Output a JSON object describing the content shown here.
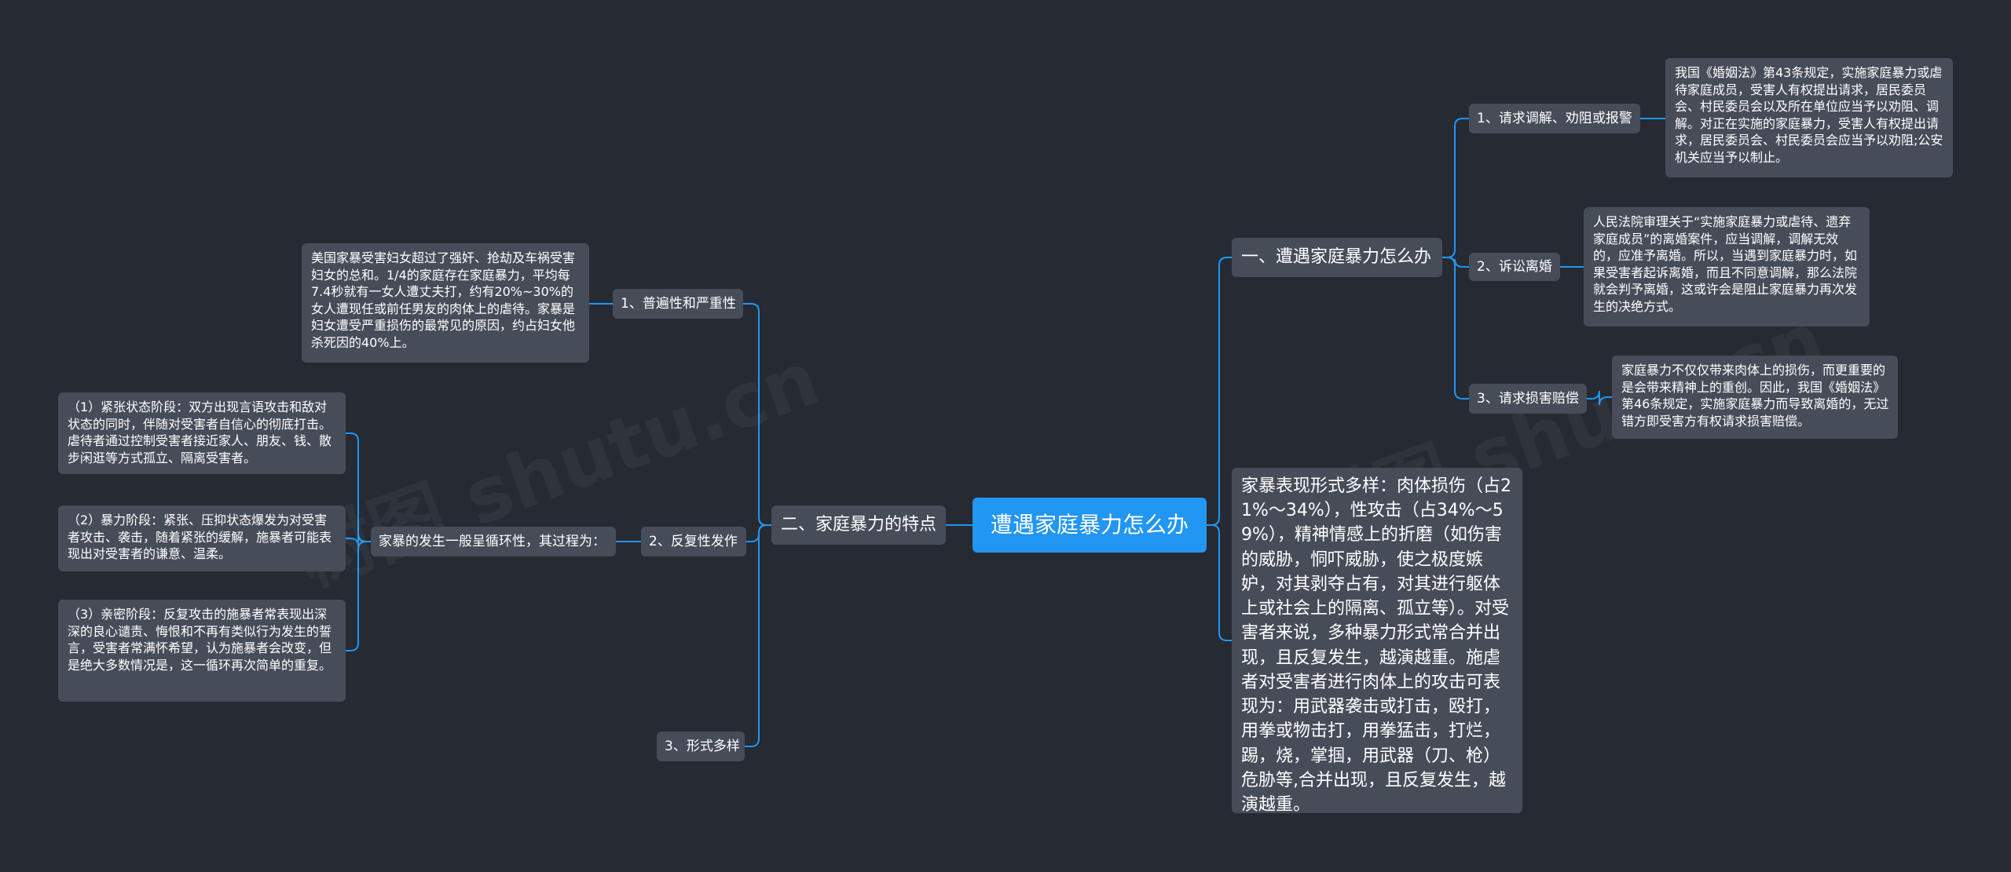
{
  "root": {
    "title": "遭遇家庭暴力怎么办"
  },
  "right": {
    "main1": {
      "title": "一、遭遇家庭暴力怎么办",
      "items": [
        {
          "label": "1、请求调解、劝阻或报警",
          "text": "我国《婚姻法》第43条规定，实施家庭暴力或虐待家庭成员，受害人有权提出请求，居民委员会、村民委员会以及所在单位应当予以劝阻、调解。对正在实施的家庭暴力，受害人有权提出请求，居民委员会、村民委员会应当予以劝阻;公安机关应当予以制止。"
        },
        {
          "label": "2、诉讼离婚",
          "text": "人民法院审理关于“实施家庭暴力或虐待、遗弃家庭成员”的离婚案件，应当调解，调解无效的，应准予离婚。所以，当遇到家庭暴力时，如果受害者起诉离婚，而且不同意调解，那么法院就会判予离婚，这或许会是阻止家庭暴力再次发生的决绝方式。"
        },
        {
          "label": "3、请求损害赔偿",
          "text": "家庭暴力不仅仅带来肉体上的损伤，而更重要的是会带来精神上的重创。因此，我国《婚姻法》第46条规定，实施家庭暴力而导致离婚的，无过错方即受害方有权请求损害赔偿。"
        }
      ]
    },
    "main2": {
      "text": "家暴表现形式多样：肉体损伤（占21%～34%），性攻击（占34%～59%），精神情感上的折磨（如伤害的威胁，恫吓威胁，使之极度嫉妒，对其剥夺占有，对其进行躯体上或社会上的隔离、孤立等）。对受害者来说，多种暴力形式常合并出现，且反复发生，越演越重。施虐者对受害者进行肉体上的攻击可表现为：用武器袭击或打击，殴打，用拳或物击打，用拳猛击，打烂，踢，烧，掌掴，用武器（刀、枪）危胁等,合并出现，且反复发生，越演越重。"
    }
  },
  "left": {
    "main": {
      "title": "二、家庭暴力的特点",
      "items": [
        {
          "label": "1、普遍性和严重性",
          "text": "美国家暴受害妇女超过了强奸、抢劫及车祸受害妇女的总和。1/4的家庭存在家庭暴力，平均每7.4秒就有一女人遭丈夫打，约有20%~30%的女人遭现任或前任男友的肉体上的虐待。家暴是妇女遭受严重损伤的最常见的原因，约占妇女他杀死因的40%上。"
        },
        {
          "label": "2、反复性发作",
          "sub": "家暴的发生一般呈循环性，其过程为：",
          "stages": [
            "（1）紧张状态阶段：双方出现言语攻击和敌对状态的同时，伴随对受害者自信心的彻底打击。虐待者通过控制受害者接近家人、朋友、钱、散步闲逛等方式孤立、隔离受害者。",
            "（2）暴力阶段：紧张、压抑状态爆发为对受害者攻击、袭击，随着紧张的缓解，施暴者可能表现出对受害者的谦意、温柔。",
            "（3）亲密阶段：反复攻击的施暴者常表现出深深的良心谴责、悔恨和不再有类似行为发生的誓言，受害者常满怀希望，认为施暴者会改变，但是绝大多数情况是，这一循环再次简单的重复。"
          ]
        },
        {
          "label": "3、形式多样"
        }
      ]
    }
  },
  "colors": {
    "edge": "#2196f3",
    "root": "#2196f3",
    "node": "#474c59",
    "background": "#262a33"
  }
}
